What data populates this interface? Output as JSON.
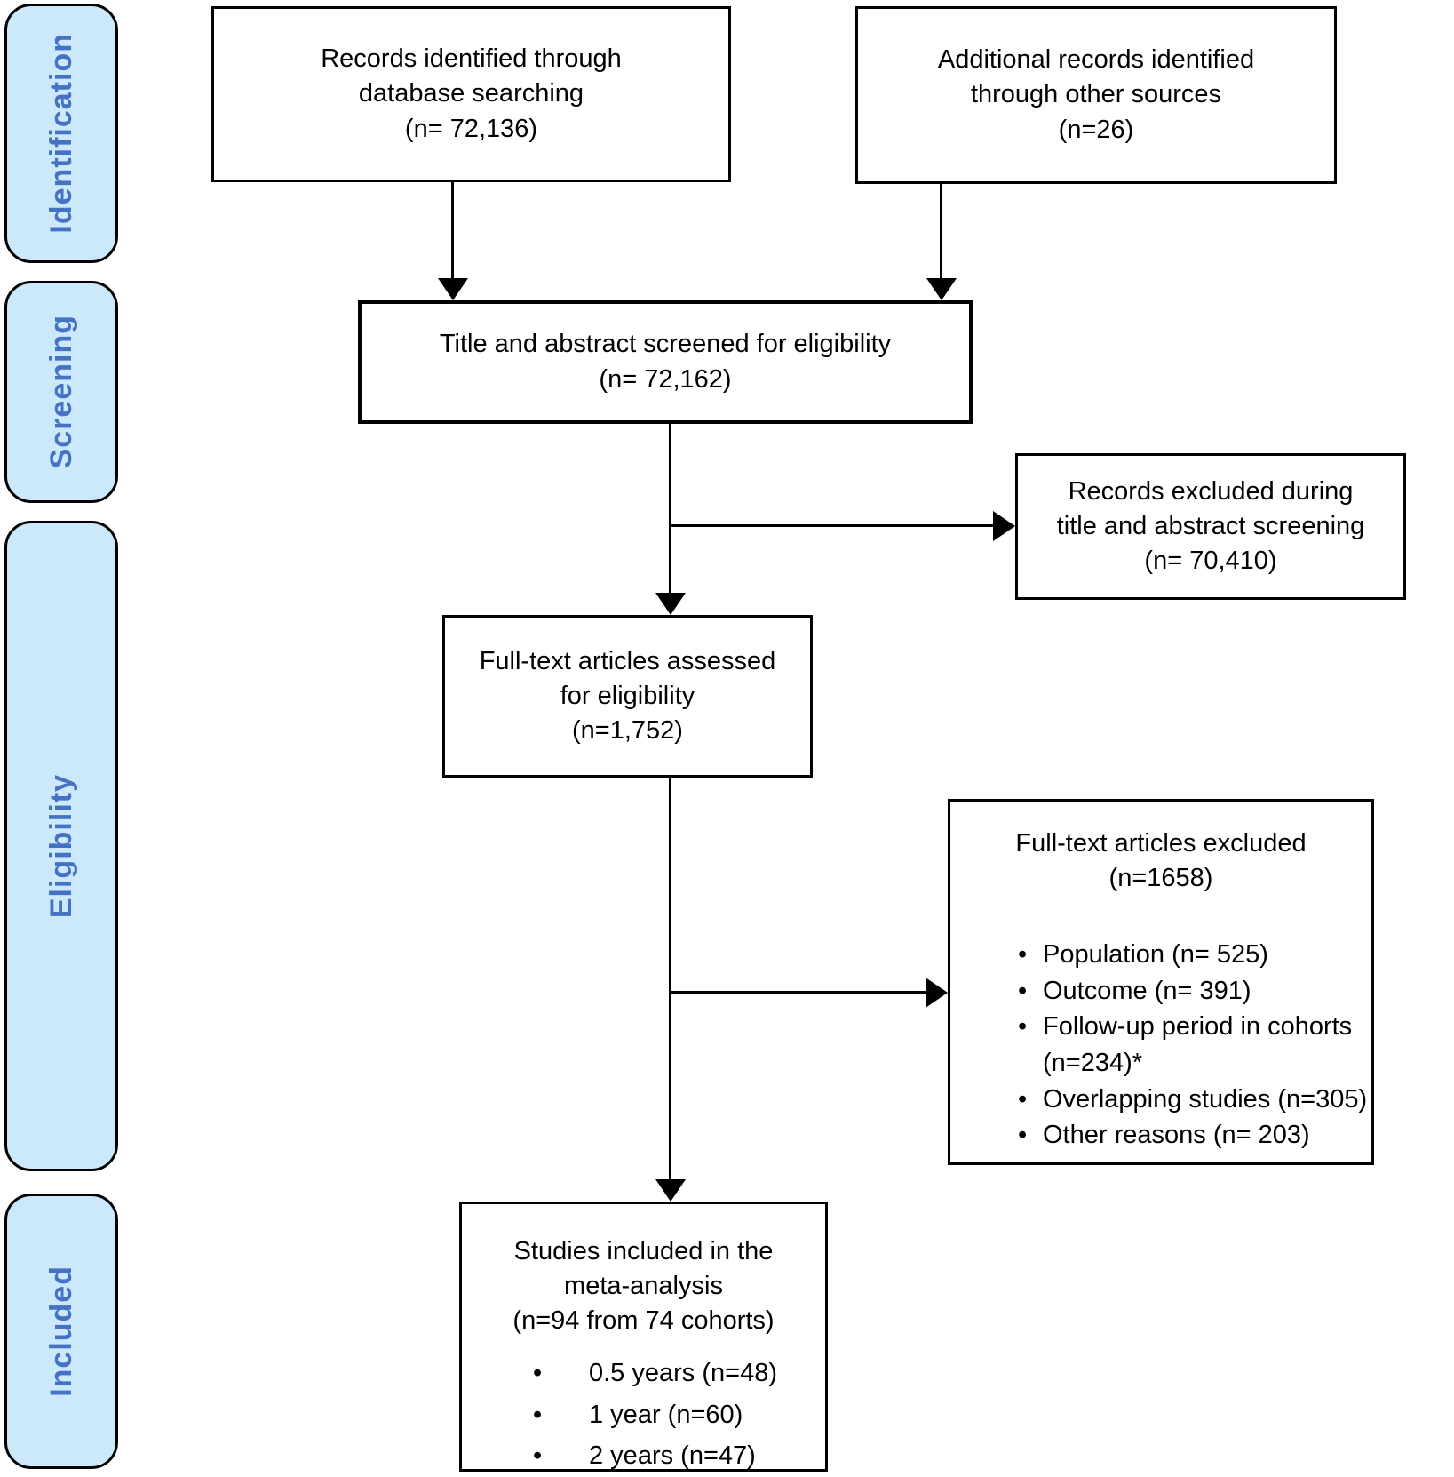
{
  "sidebar": {
    "items": [
      {
        "label": "Identification"
      },
      {
        "label": "Screening"
      },
      {
        "label": "Eligibility"
      },
      {
        "label": "Included"
      }
    ]
  },
  "flow": {
    "records_identified": {
      "lines": [
        "Records identified through",
        "database searching",
        "(n= 72,136)"
      ]
    },
    "additional_records": {
      "lines": [
        "Additional records identified",
        "through other sources",
        "(n=26)"
      ]
    },
    "title_abstract_screened": {
      "lines": [
        "Title and abstract screened for eligibility",
        "(n= 72,162)"
      ]
    },
    "records_excluded": {
      "lines": [
        "Records excluded during",
        "title and abstract screening",
        "(n= 70,410)"
      ]
    },
    "fulltext_assessed": {
      "lines": [
        "Full-text articles assessed",
        "for eligibility",
        "(n=1,752)"
      ]
    },
    "fulltext_excluded": {
      "title_lines": [
        "Full-text articles excluded",
        "(n=1658)"
      ],
      "bullets": [
        "Population (n= 525)",
        "Outcome (n= 391)",
        "Follow-up period in cohorts (n=234)*",
        "Overlapping studies (n=305)",
        "Other reasons (n= 203)"
      ]
    },
    "studies_included": {
      "title_lines": [
        "Studies included in the",
        "meta-analysis",
        "(n=94 from 74 cohorts)"
      ],
      "bullets": [
        "0.5 years (n=48)",
        "1 year (n=60)",
        "2 years (n=47)"
      ]
    }
  },
  "colors": {
    "stage_fill": "#cbe9fa",
    "stage_text": "#4472c4",
    "box_border": "#000000",
    "box_text": "#000000"
  }
}
